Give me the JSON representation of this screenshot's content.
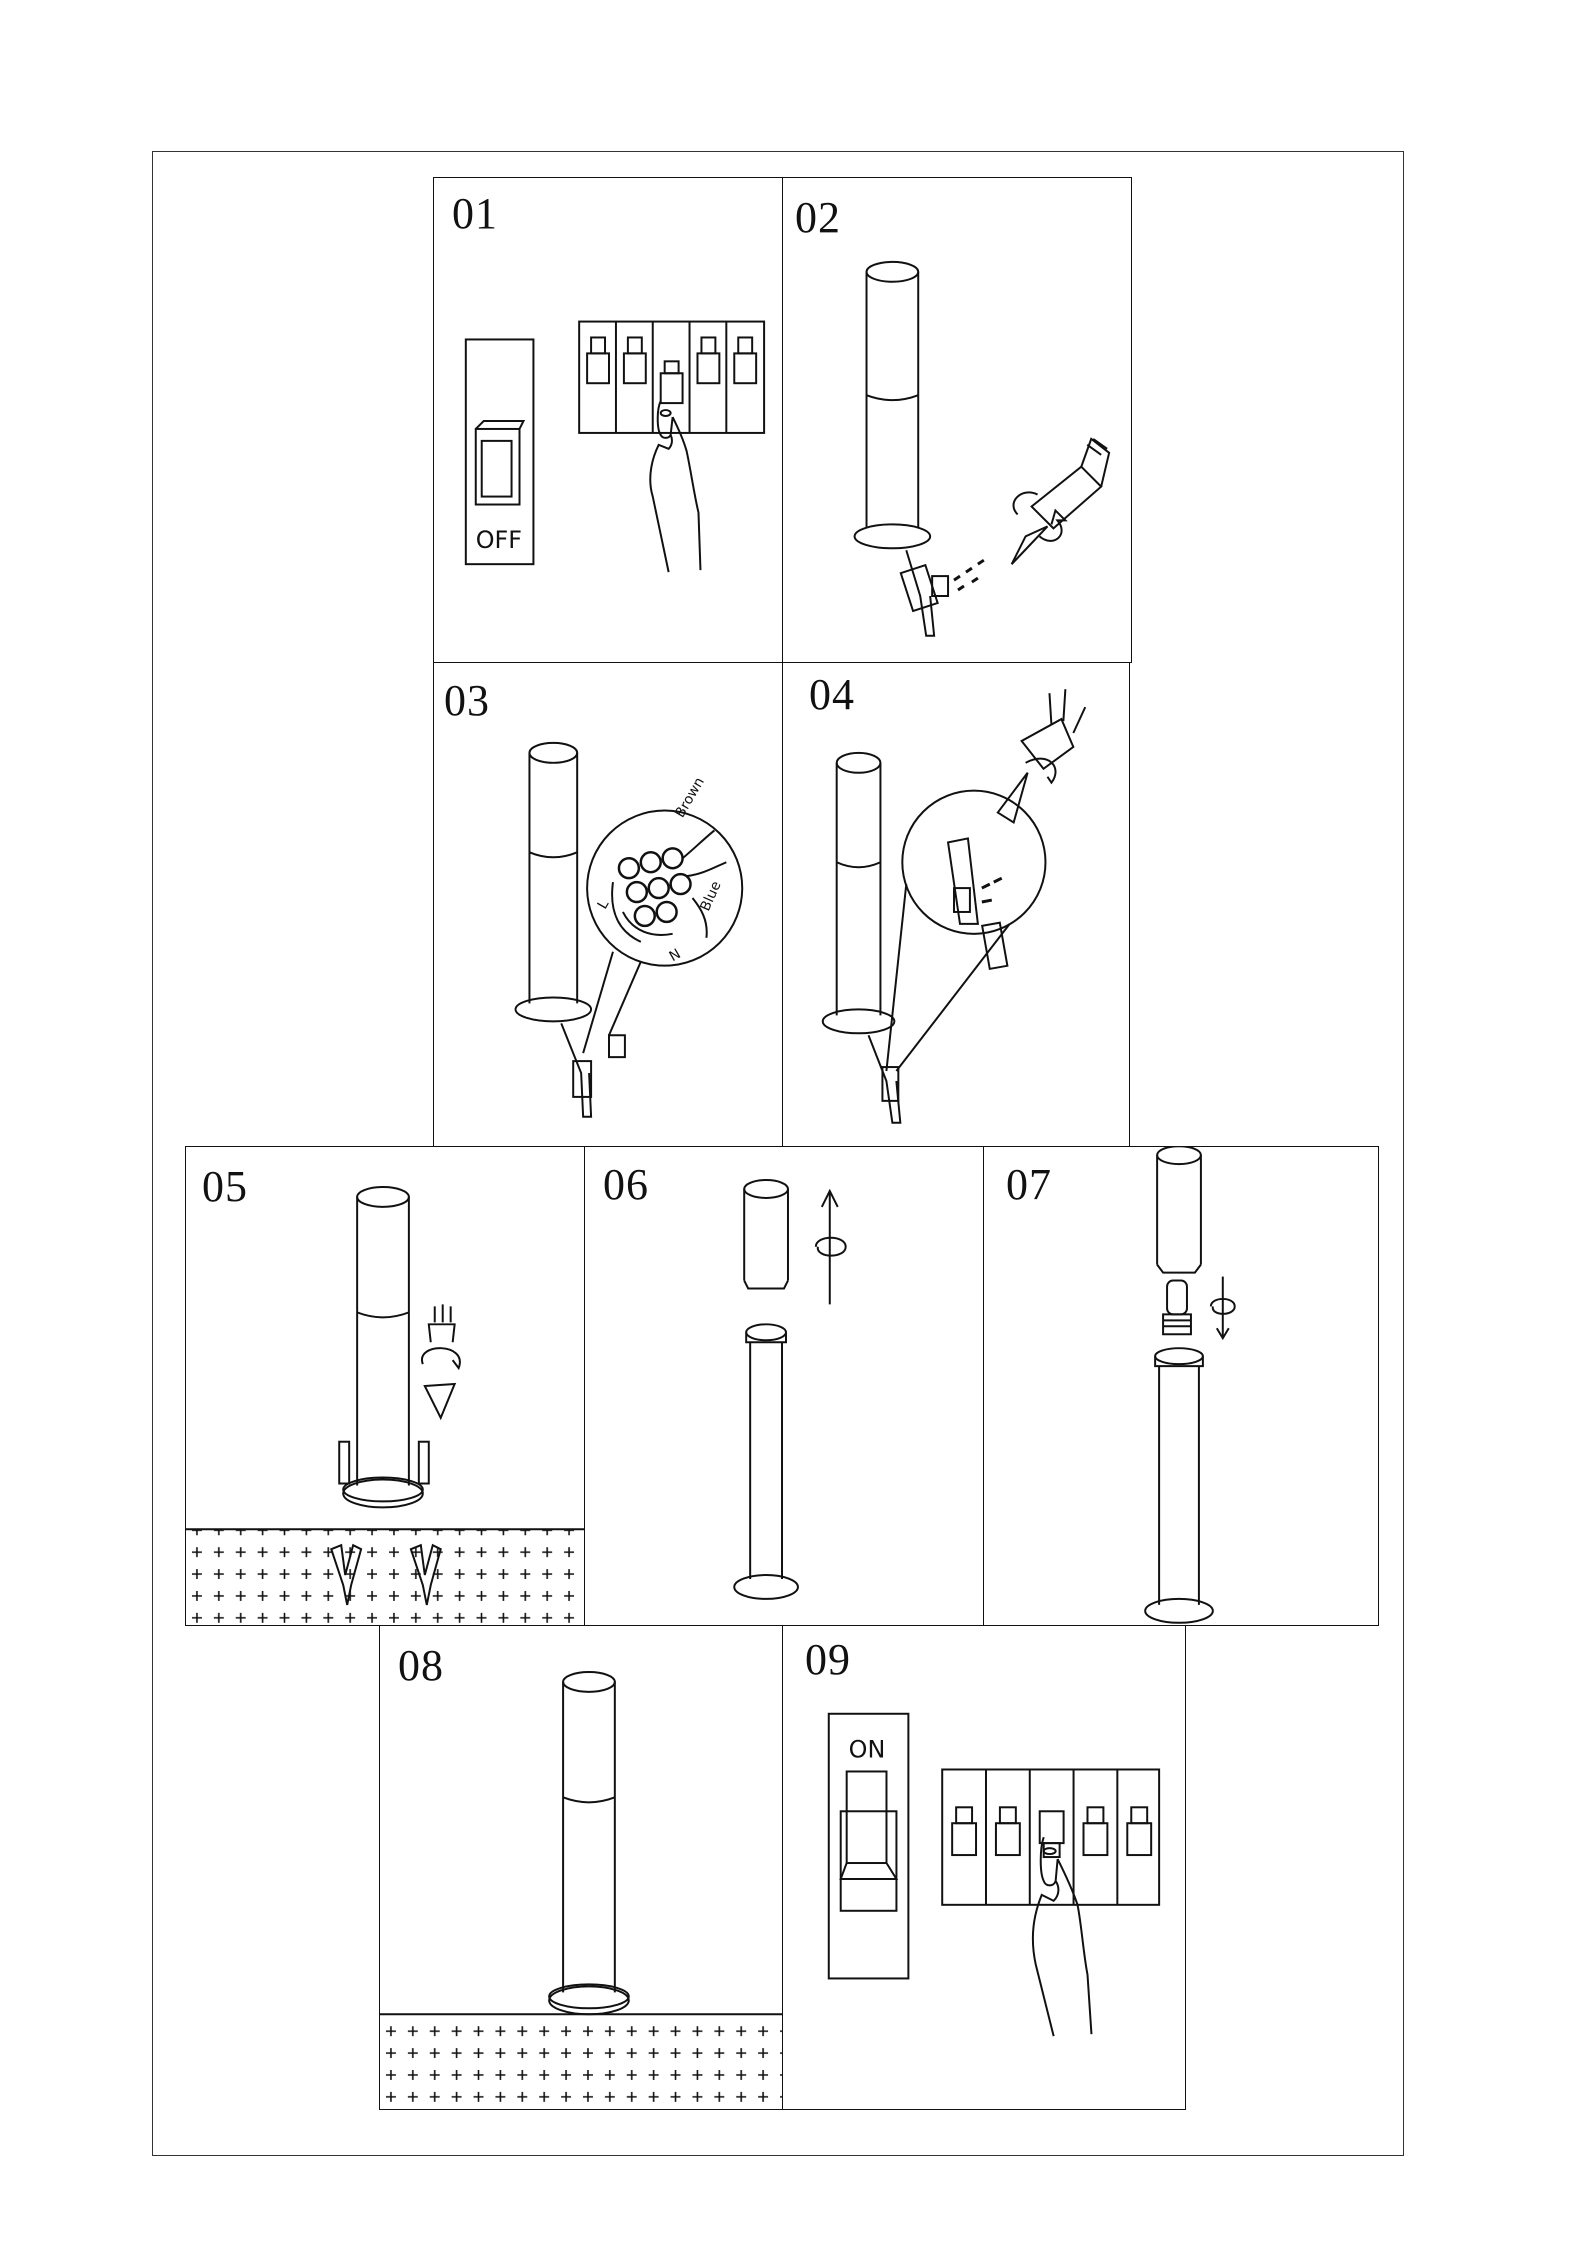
{
  "steps": [
    {
      "id": "01",
      "switch_label": "OFF"
    },
    {
      "id": "02"
    },
    {
      "id": "03",
      "wires": {
        "brown": "Brown",
        "blue": "Blue",
        "live": "L",
        "neutral": "N"
      }
    },
    {
      "id": "04"
    },
    {
      "id": "05"
    },
    {
      "id": "06"
    },
    {
      "id": "07"
    },
    {
      "id": "08"
    },
    {
      "id": "09",
      "switch_label": "ON"
    }
  ],
  "colors": {
    "line": "#111111",
    "background": "#ffffff"
  },
  "icons": [
    "circuit-breaker-icon",
    "hand-icon",
    "bollard-lamp-icon",
    "screwdriver-icon",
    "rotate-arrow-icon",
    "ground-icon",
    "wall-plug-icon",
    "screw-icon"
  ]
}
